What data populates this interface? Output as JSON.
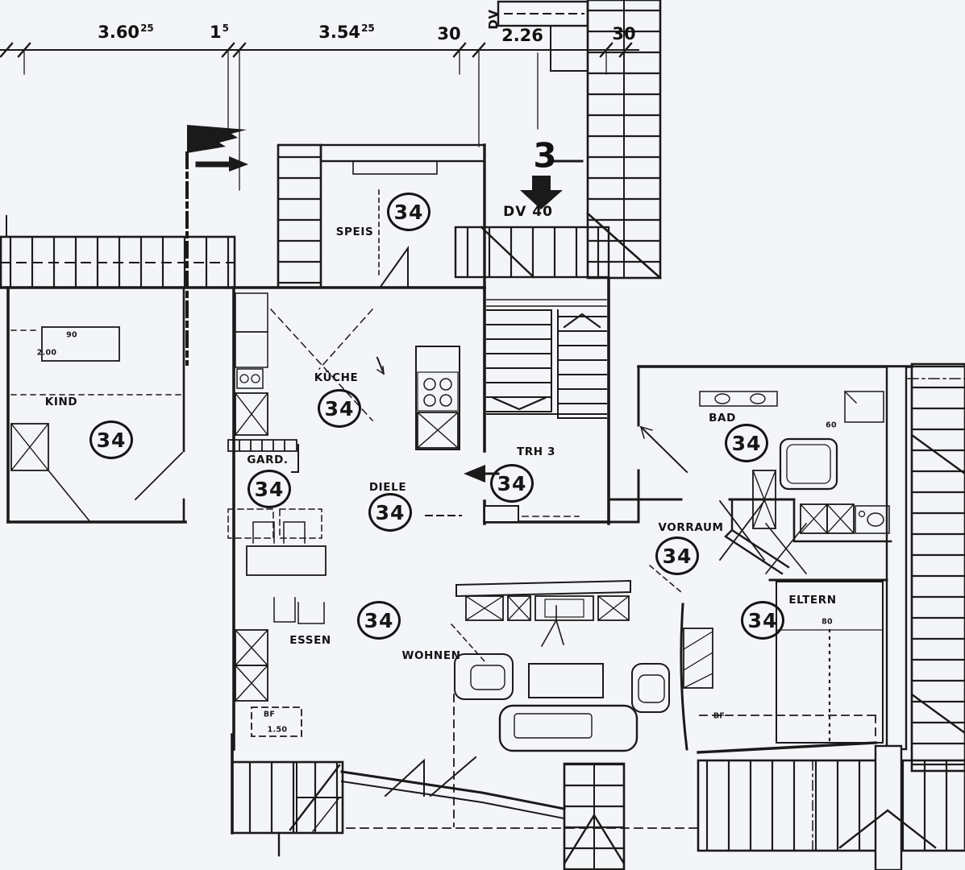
{
  "unit_number": "34",
  "dimensions": {
    "top": [
      {
        "value": "3.60",
        "sup": "25"
      },
      {
        "value": "1",
        "sup": "5"
      },
      {
        "value": "3.54",
        "sup": "25"
      },
      {
        "value": "30",
        "sup": ""
      },
      {
        "value": "2.26",
        "sup": ""
      },
      {
        "value": "30",
        "sup": ""
      }
    ],
    "vertical_duct_label": "DV",
    "small": [
      "90",
      "2.00",
      "BF",
      "1.50",
      "BF",
      "80",
      "60"
    ]
  },
  "stairwell": {
    "floor_number": "3",
    "door_label": "DV 40"
  },
  "rooms": [
    {
      "name": "SPEIS"
    },
    {
      "name": "KIND"
    },
    {
      "name": "KÜCHE"
    },
    {
      "name": "GARD."
    },
    {
      "name": "DIELE"
    },
    {
      "name": "TRH 3"
    },
    {
      "name": "BAD"
    },
    {
      "name": "VORRAUM"
    },
    {
      "name": "ELTERN"
    },
    {
      "name": "ESSEN"
    },
    {
      "name": "WOHNEN"
    }
  ]
}
